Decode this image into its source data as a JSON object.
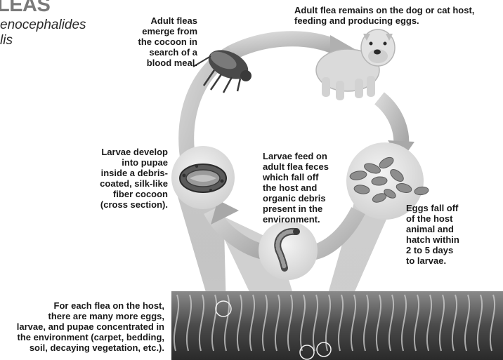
{
  "title": {
    "main": "LEAS",
    "scientific": "enocephalides\nlis"
  },
  "labels": {
    "adult_emerge": "Adult fleas\nemerge from\nthe cocoon in\nsearch of a\nblood meal.",
    "adult_host": "Adult flea remains on the dog or cat host,\nfeeding and producing eggs.",
    "larvae_pupae": "Larvae develop\ninto pupae\ninside a debris-\ncoated, silk-like\nfiber cocoon\n(cross section).",
    "larvae_feed": "Larvae feed on\nadult flea feces\nwhich fall off\nthe host and\norganic debris\npresent in the\nenvironment.",
    "eggs_fall": "Eggs fall off\nof the host\nanimal and\nhatch within\n2 to 5 days\nto larvae.",
    "environment": "For each flea on the host,\nthere are many more eggs,\nlarvae, and pupae concentrated in\nthe environment (carpet, bedding,\nsoil, decaying vegetation, etc.)."
  },
  "colors": {
    "cycle_ring": "#c8c8c8",
    "stage_circle": "#e0e0e0",
    "carpet_dark": "#3a3a3a",
    "text": "#1a1a1a",
    "title_gray": "#7a7a7a"
  }
}
